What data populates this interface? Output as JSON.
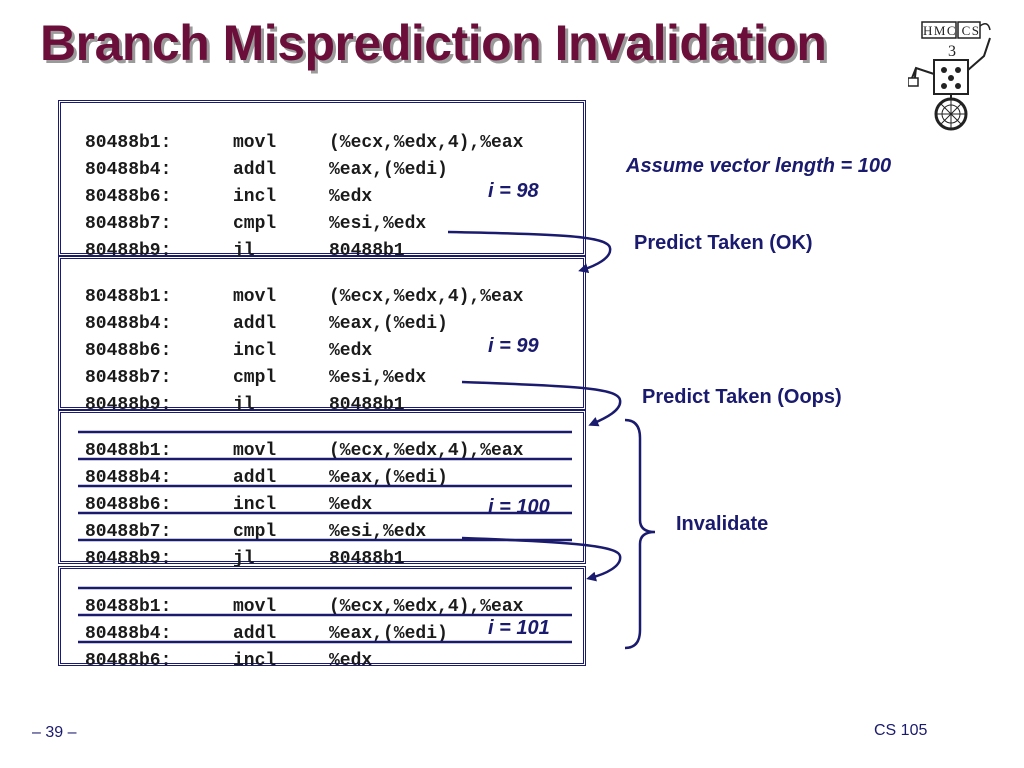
{
  "title": "Branch Misprediction Invalidation",
  "logo": {
    "text": "HMC CS",
    "icon": "hmc-cs-mascot-logo"
  },
  "blocks": [
    {
      "iteration": "i = 98",
      "lines": [
        {
          "addr": "80488b1:",
          "op": "movl",
          "args": "(%ecx,%edx,4),%eax"
        },
        {
          "addr": "80488b4:",
          "op": "addl",
          "args": "%eax,(%edi)"
        },
        {
          "addr": "80488b6:",
          "op": "incl",
          "args": "%edx"
        },
        {
          "addr": "80488b7:",
          "op": "cmpl",
          "args": "%esi,%edx"
        },
        {
          "addr": "80488b9:",
          "op": "jl",
          "args": "80488b1"
        }
      ]
    },
    {
      "iteration": "i = 99",
      "lines": [
        {
          "addr": "80488b1:",
          "op": "movl",
          "args": "(%ecx,%edx,4),%eax"
        },
        {
          "addr": "80488b4:",
          "op": "addl",
          "args": "%eax,(%edi)"
        },
        {
          "addr": "80488b6:",
          "op": "incl",
          "args": "%edx"
        },
        {
          "addr": "80488b7:",
          "op": "cmpl",
          "args": "%esi,%edx"
        },
        {
          "addr": "80488b9:",
          "op": "jl",
          "args": "80488b1"
        }
      ]
    },
    {
      "iteration": "i = 100",
      "lines": [
        {
          "addr": "80488b1:",
          "op": "movl",
          "args": "(%ecx,%edx,4),%eax"
        },
        {
          "addr": "80488b4:",
          "op": "addl",
          "args": "%eax,(%edi)"
        },
        {
          "addr": "80488b6:",
          "op": "incl",
          "args": "%edx"
        },
        {
          "addr": "80488b7:",
          "op": "cmpl",
          "args": "%esi,%edx"
        },
        {
          "addr": "80488b9:",
          "op": "jl",
          "args": "80488b1"
        }
      ]
    },
    {
      "iteration": "i = 101",
      "lines": [
        {
          "addr": "80488b1:",
          "op": "movl",
          "args": "(%ecx,%edx,4),%eax"
        },
        {
          "addr": "80488b4:",
          "op": "addl",
          "args": "%eax,(%edi)"
        },
        {
          "addr": "80488b6:",
          "op": "incl",
          "args": "%edx"
        }
      ]
    }
  ],
  "notes": {
    "assume": "Assume vector length = 100",
    "predict_ok": "Predict Taken (OK)",
    "predict_oops": "Predict Taken (Oops)",
    "invalidate": "Invalidate"
  },
  "footer": {
    "page": "– 39 –",
    "course": "CS 105"
  },
  "colors": {
    "title": "#6b0f3a",
    "accent": "#1a1a6e",
    "shadow": "#9a9a9a"
  }
}
